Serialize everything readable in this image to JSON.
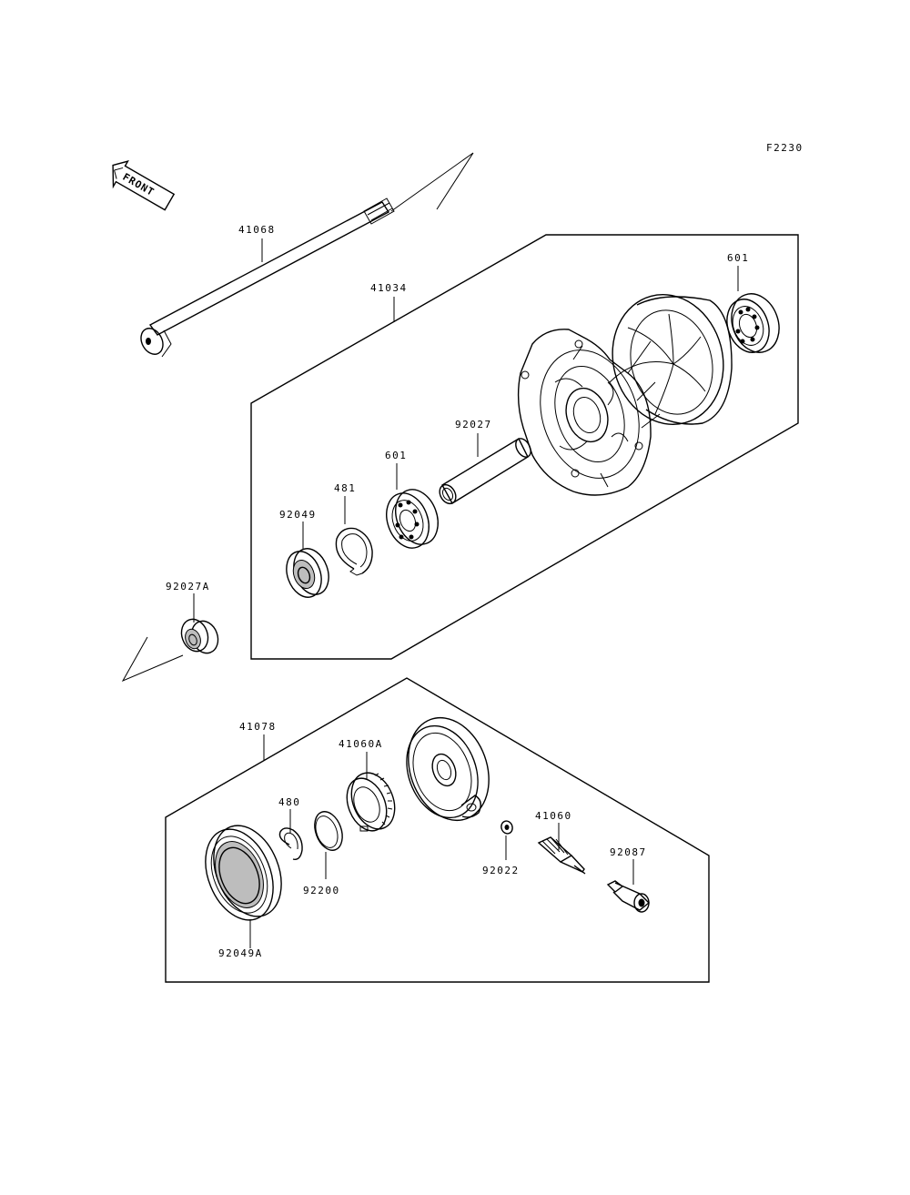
{
  "figure_code": "F2230",
  "front_badge": "FRONT",
  "groups": [
    {
      "part_no": "41034"
    },
    {
      "part_no": "41078"
    }
  ],
  "parts": [
    {
      "part_no": "41068"
    },
    {
      "part_no": "601"
    },
    {
      "part_no": "92027"
    },
    {
      "part_no": "601"
    },
    {
      "part_no": "481"
    },
    {
      "part_no": "92049"
    },
    {
      "part_no": "92027A"
    },
    {
      "part_no": "41060A"
    },
    {
      "part_no": "480"
    },
    {
      "part_no": "92200"
    },
    {
      "part_no": "92049A"
    },
    {
      "part_no": "92022"
    },
    {
      "part_no": "41060"
    },
    {
      "part_no": "92087"
    }
  ],
  "colors": {
    "ink": "#000000",
    "paper": "#ffffff",
    "shade": "#bdbdbd"
  }
}
